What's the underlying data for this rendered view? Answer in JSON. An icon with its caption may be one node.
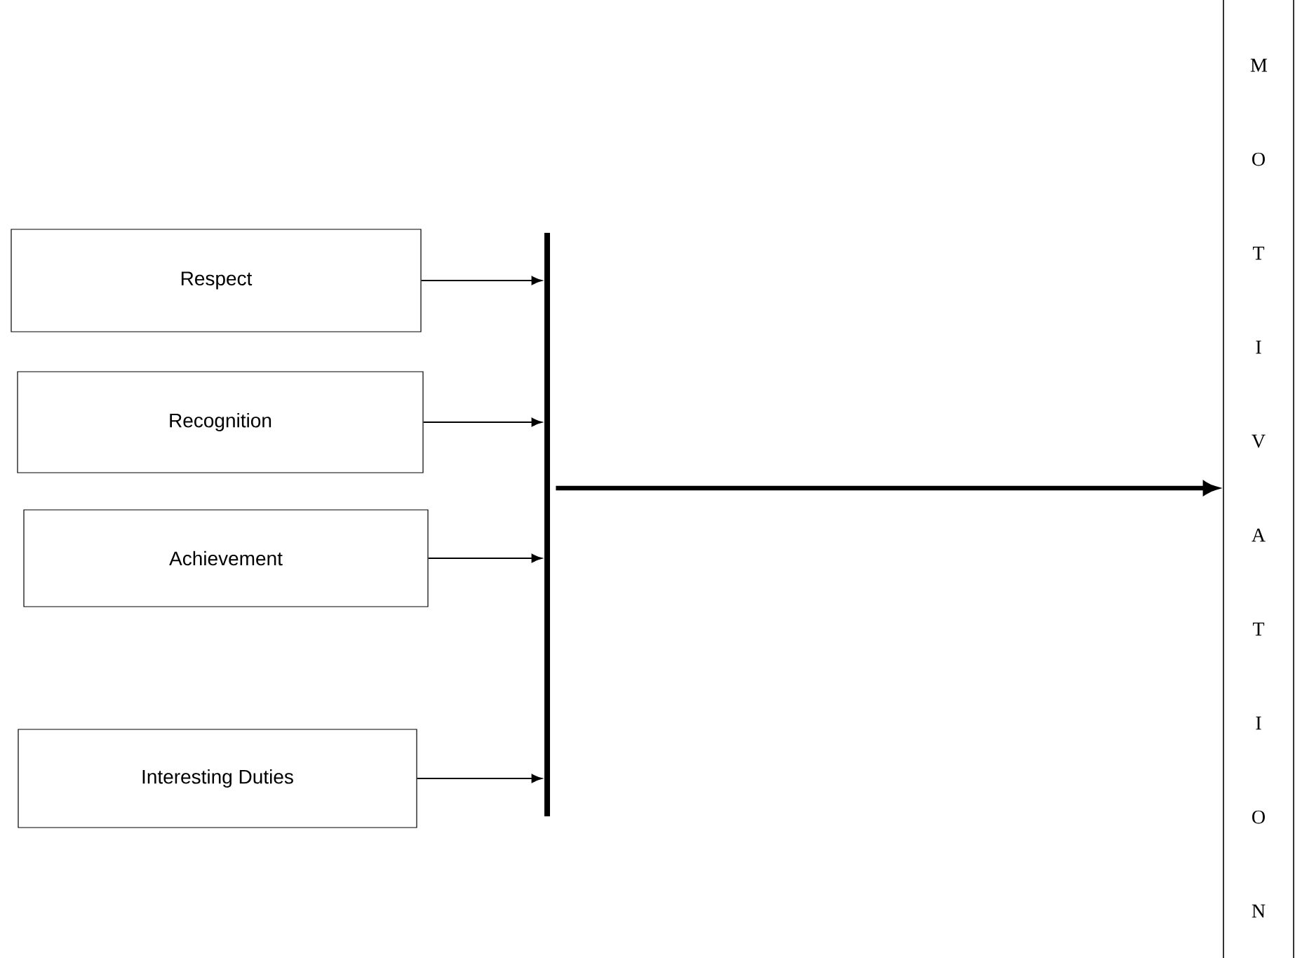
{
  "diagram": {
    "nodes": [
      {
        "text": [
          "Respect"
        ]
      },
      {
        "text": [
          "Recognition"
        ]
      },
      {
        "text": [
          "Achievement"
        ]
      },
      {
        "text": [
          "Interesting Duties"
        ]
      },
      {
        "text": [],
        "shape": "bar"
      },
      {
        "text": [
          "M O T I V A T I O N"
        ]
      }
    ],
    "edges": [
      {
        "from": 0,
        "to": 4,
        "arrow": "to"
      },
      {
        "from": 1,
        "to": 4,
        "arrow": "to"
      },
      {
        "from": 2,
        "to": 4,
        "arrow": "to"
      },
      {
        "from": 3,
        "to": 4,
        "arrow": "to"
      },
      {
        "from": 4,
        "to": 5,
        "arrow": "to",
        "style": "thick"
      }
    ]
  }
}
